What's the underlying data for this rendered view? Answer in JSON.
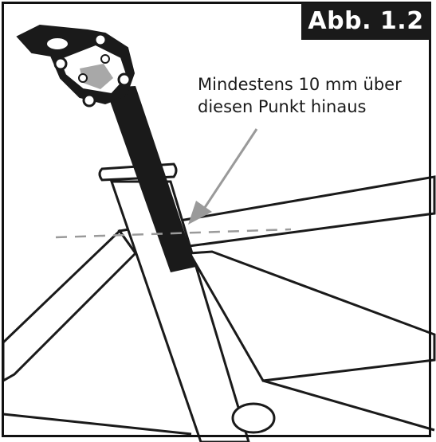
{
  "figure": {
    "label": "Abb. 1.2",
    "callout_line_1": "Mindestens 10 mm über",
    "callout_line_2": "diesen Punkt hinaus"
  },
  "colors": {
    "ink": "#1a1a1a",
    "frame_fill": "#ffffff",
    "guide_line": "#9a9a9a",
    "arrow": "#9a9a9a",
    "clamp_gray": "#a8a8a8"
  }
}
